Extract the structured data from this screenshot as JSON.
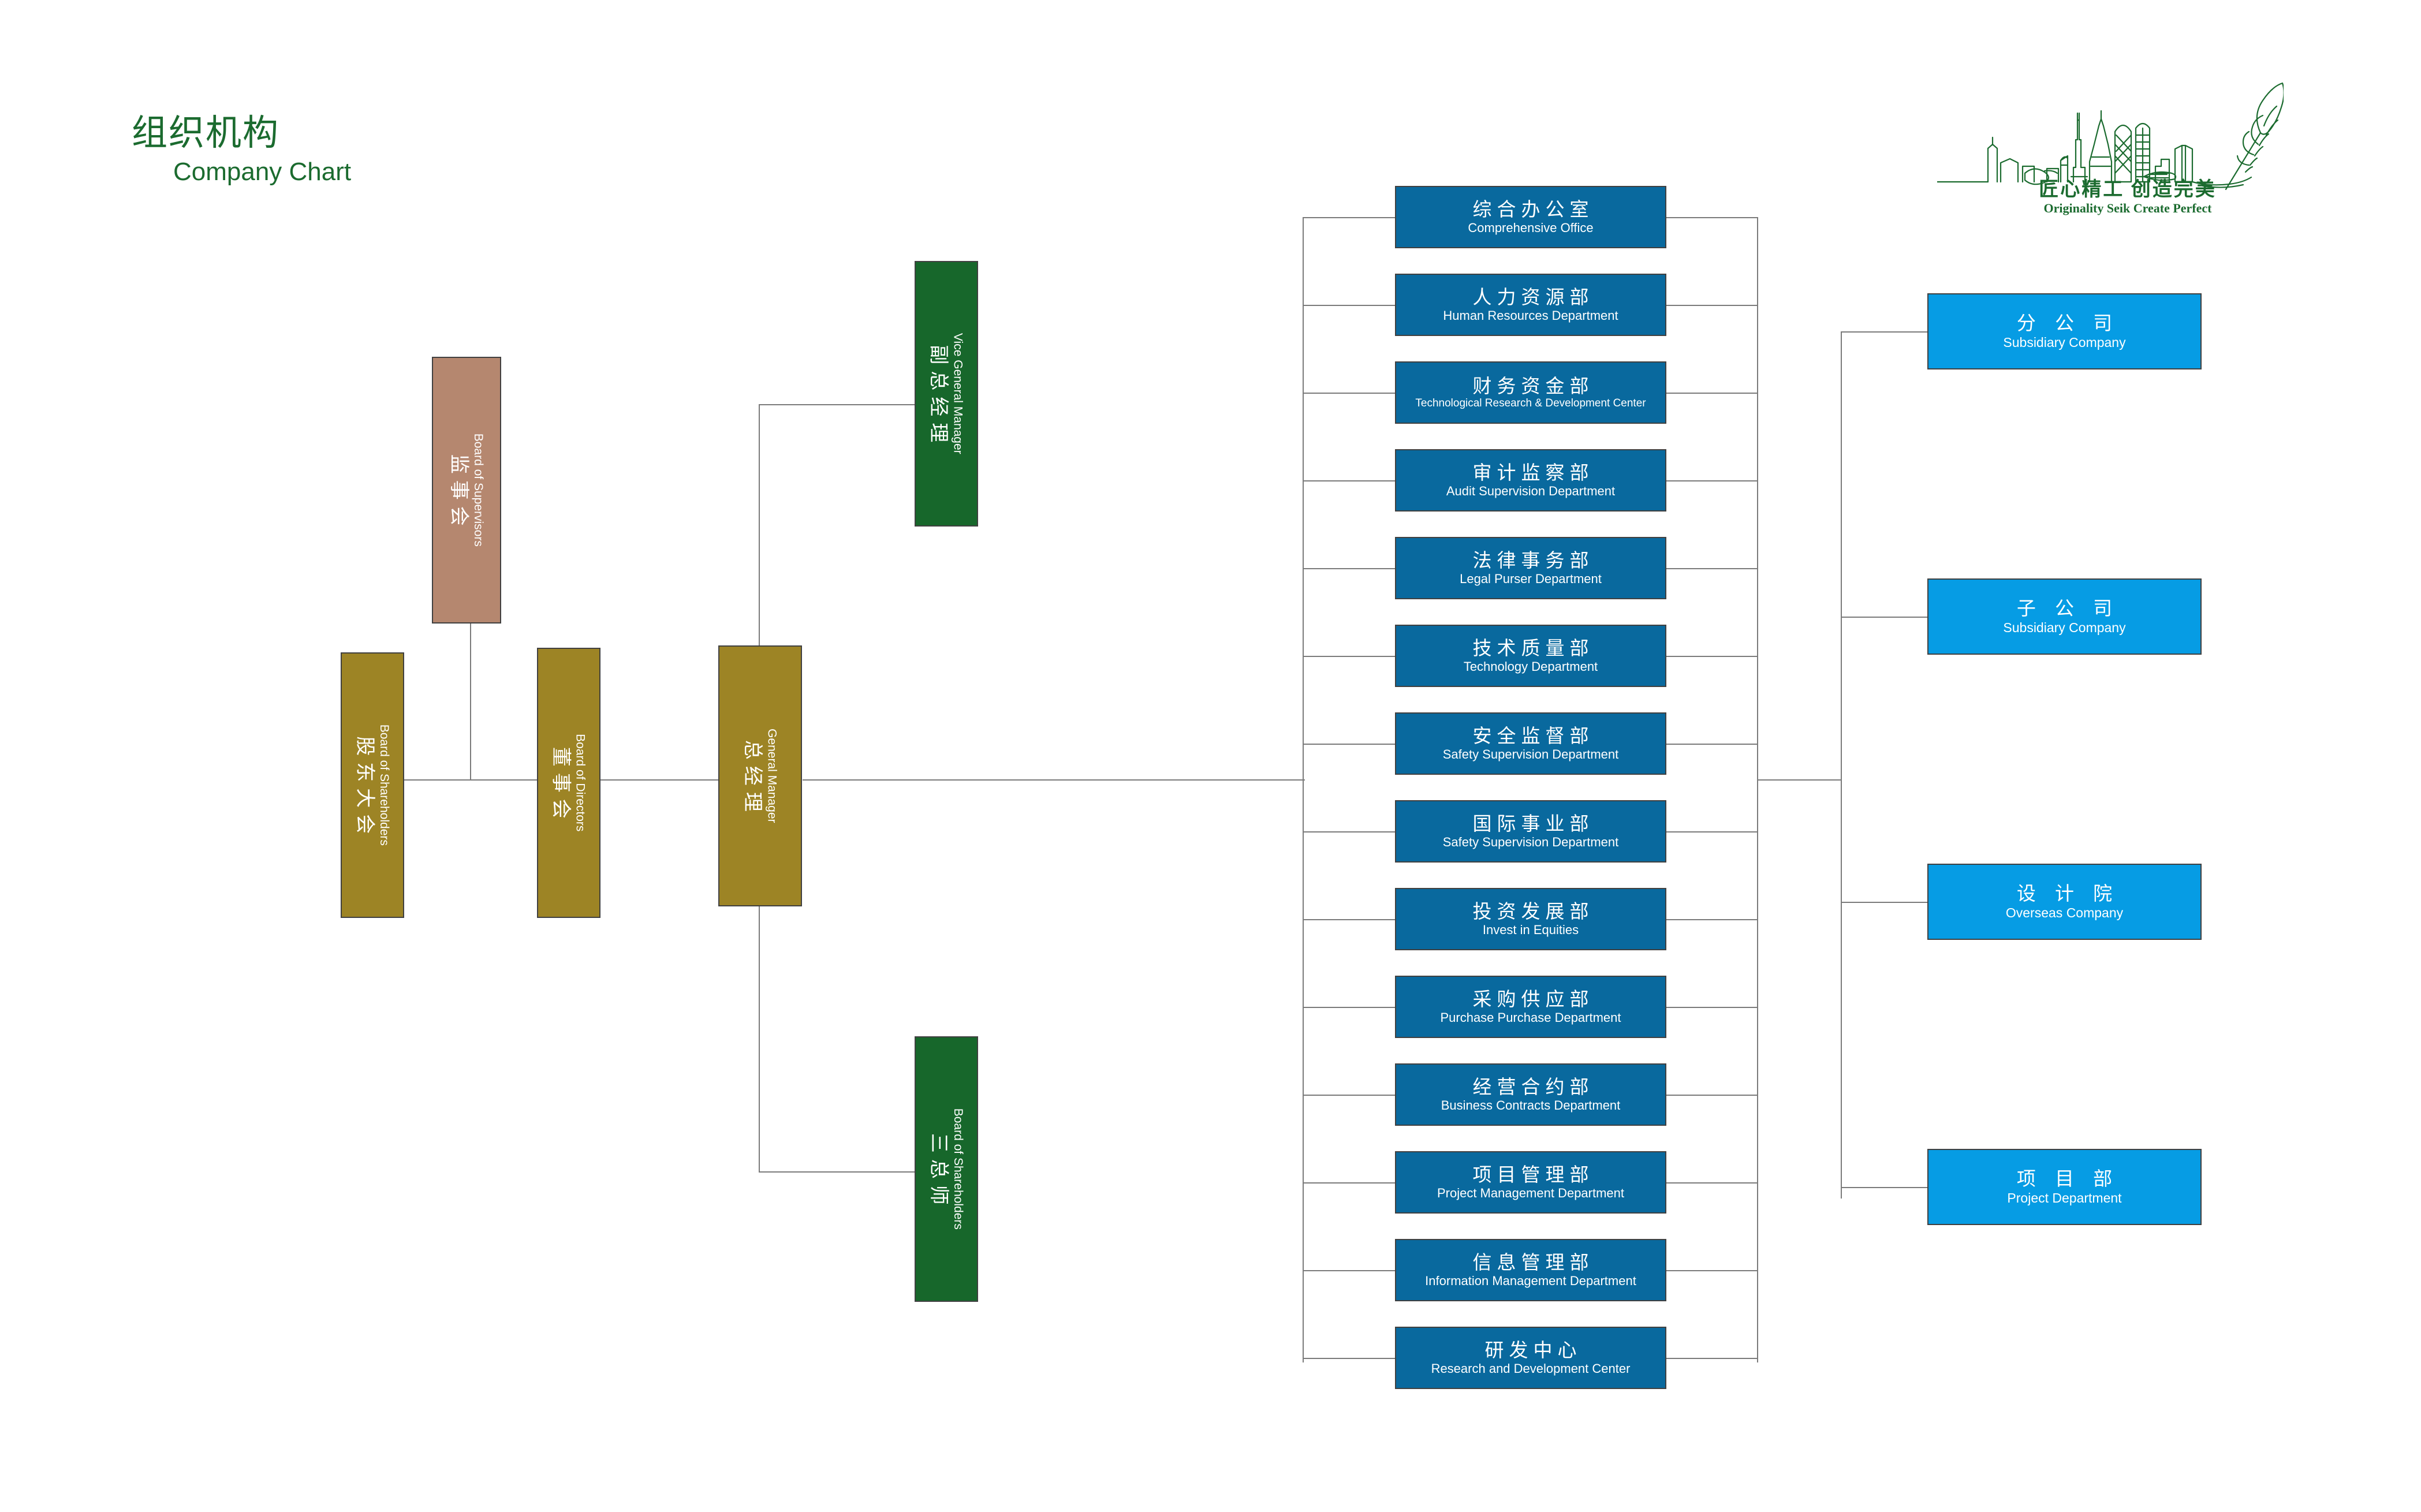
{
  "title": {
    "cn": "组织机构",
    "en": "Company Chart"
  },
  "logo": {
    "slogan_cn": "匠心精工  创造完美",
    "slogan_en": "Originality Seik   Create Perfect",
    "mark_name": "skyline-quill-logo"
  },
  "colors": {
    "title_green": "#1b6b2f",
    "gold": "#9d8425",
    "rose": "#b5876f",
    "green": "#17672b",
    "dept_blue": "#09699e",
    "company_blue": "#069ce4",
    "line": "#7a7a7a"
  },
  "governance": [
    {
      "cn": "股东大会",
      "en": "Board of Shareholders",
      "color": "gold"
    },
    {
      "cn": "董事会",
      "en": "Board of Directors",
      "color": "gold"
    },
    {
      "cn": "监事会",
      "en": "Board of Supervisors",
      "color": "rose"
    },
    {
      "cn": "总经理",
      "en": "General Manager",
      "color": "gold"
    }
  ],
  "executives": [
    {
      "cn": "副总经理",
      "en": "Vice General Manager",
      "color": "green"
    },
    {
      "cn": "三总师",
      "en": "Board of Shareholders",
      "color": "green"
    }
  ],
  "departments": [
    {
      "cn": "综合办公室",
      "en": "Comprehensive Office"
    },
    {
      "cn": "人力资源部",
      "en": "Human Resources Department"
    },
    {
      "cn": "财务资金部",
      "en": "Technological Research & Development Center"
    },
    {
      "cn": "审计监察部",
      "en": "Audit Supervision Department"
    },
    {
      "cn": "法律事务部",
      "en": "Legal Purser Department"
    },
    {
      "cn": "技术质量部",
      "en": "Technology Department"
    },
    {
      "cn": "安全监督部",
      "en": "Safety Supervision Department"
    },
    {
      "cn": "国际事业部",
      "en": "Safety Supervision Department"
    },
    {
      "cn": "投资发展部",
      "en": "Invest in Equities"
    },
    {
      "cn": "采购供应部",
      "en": "Purchase Purchase Department"
    },
    {
      "cn": "经营合约部",
      "en": "Business Contracts Department"
    },
    {
      "cn": "项目管理部",
      "en": "Project Management Department"
    },
    {
      "cn": "信息管理部",
      "en": "Information Management Department"
    },
    {
      "cn": "研发中心",
      "en": "Research and Development Center"
    }
  ],
  "companies": [
    {
      "cn": "分 公 司",
      "en": "Subsidiary Company"
    },
    {
      "cn": "子 公 司",
      "en": "Subsidiary Company"
    },
    {
      "cn": "设 计 院",
      "en": "Overseas Company"
    },
    {
      "cn": "项 目 部",
      "en": "Project Department"
    }
  ]
}
